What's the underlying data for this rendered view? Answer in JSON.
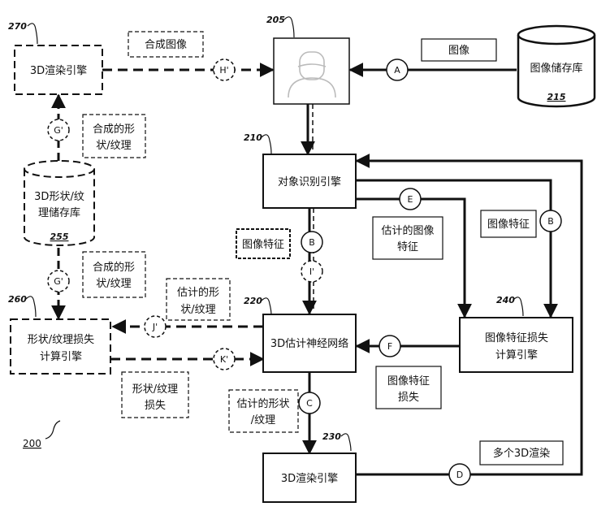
{
  "figure_number": "200",
  "nodes": {
    "renderer_270": {
      "ref": "270",
      "label": "3D渲染引擎"
    },
    "image_205": {
      "ref": "205"
    },
    "image_store_215": {
      "ref": "215",
      "label": "图像储存库"
    },
    "recognizer_210": {
      "ref": "210",
      "label": "对象识别引擎"
    },
    "shape_store_255": {
      "ref": "255",
      "label_line1": "3D形状/纹",
      "label_line2": "理储存库"
    },
    "network_220": {
      "ref": "220",
      "label": "3D估计神经网络"
    },
    "feature_loss_240": {
      "ref": "240",
      "label_line1": "图像特征损失",
      "label_line2": "计算引擎"
    },
    "shape_loss_260": {
      "ref": "260",
      "label_line1": "形状/纹理损失",
      "label_line2": "计算引擎"
    },
    "renderer_230": {
      "ref": "230",
      "label": "3D渲染引擎"
    }
  },
  "connectors": {
    "A": "A",
    "B_top": "B",
    "B_mid": "B",
    "C": "C",
    "D": "D",
    "E": "E",
    "F": "F",
    "G_top": "G'",
    "G_bottom": "G'",
    "H": "H'",
    "I": "I'",
    "J": "J'",
    "K": "K'"
  },
  "notes": {
    "composite_image": "合成图像",
    "image": "图像",
    "synth_shape_top_1": "合成的形",
    "synth_shape_top_2": "状/纹理",
    "synth_shape_bottom_1": "合成的形",
    "synth_shape_bottom_2": "状/纹理",
    "image_feature_left": "图像特征",
    "estimated_feature_1": "估计的图像",
    "estimated_feature_2": "特征",
    "image_feature_right": "图像特征",
    "estimated_shape_left_1": "估计的形",
    "estimated_shape_left_2": "状/纹理",
    "shape_loss_1": "形状/纹理",
    "shape_loss_2": "损失",
    "feature_loss_1": "图像特征",
    "feature_loss_2": "损失",
    "estimated_shape_mid_1": "估计的形状",
    "estimated_shape_mid_2": "/纹理",
    "multi_render": "多个3D渲染"
  }
}
